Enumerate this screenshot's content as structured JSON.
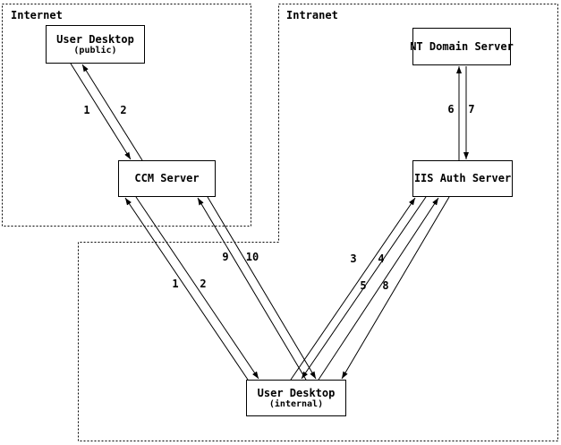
{
  "diagram": {
    "zones": [
      {
        "label": "Internet"
      },
      {
        "label": "Intranet"
      }
    ],
    "nodes": [
      {
        "title": "User Desktop",
        "subtitle": "(public)",
        "zone": "Internet"
      },
      {
        "title": "NT Domain Server",
        "zone": "Intranet"
      },
      {
        "title": "CCM Server",
        "zone": "Internet"
      },
      {
        "title": "IIS Auth Server",
        "zone": "Intranet"
      },
      {
        "title": "User Desktop",
        "subtitle": "(internal)",
        "zone": "Intranet"
      }
    ],
    "edges": [
      {
        "label": "1",
        "from": "User Desktop (public)",
        "to": "CCM Server"
      },
      {
        "label": "2",
        "from": "CCM Server",
        "to": "User Desktop (public)"
      },
      {
        "label": "6",
        "from": "IIS Auth Server",
        "to": "NT Domain Server"
      },
      {
        "label": "7",
        "from": "NT Domain Server",
        "to": "IIS Auth Server"
      },
      {
        "label": "1",
        "from": "User Desktop (internal)",
        "to": "CCM Server"
      },
      {
        "label": "2",
        "from": "CCM Server",
        "to": "User Desktop (internal)"
      },
      {
        "label": "9",
        "from": "User Desktop (internal)",
        "to": "CCM Server"
      },
      {
        "label": "10",
        "from": "CCM Server",
        "to": "User Desktop (internal)"
      },
      {
        "label": "3",
        "from": "User Desktop (internal)",
        "to": "IIS Auth Server"
      },
      {
        "label": "4",
        "from": "IIS Auth Server",
        "to": "User Desktop (internal)"
      },
      {
        "label": "5",
        "from": "User Desktop (internal)",
        "to": "IIS Auth Server"
      },
      {
        "label": "8",
        "from": "IIS Auth Server",
        "to": "User Desktop (internal)"
      }
    ]
  }
}
